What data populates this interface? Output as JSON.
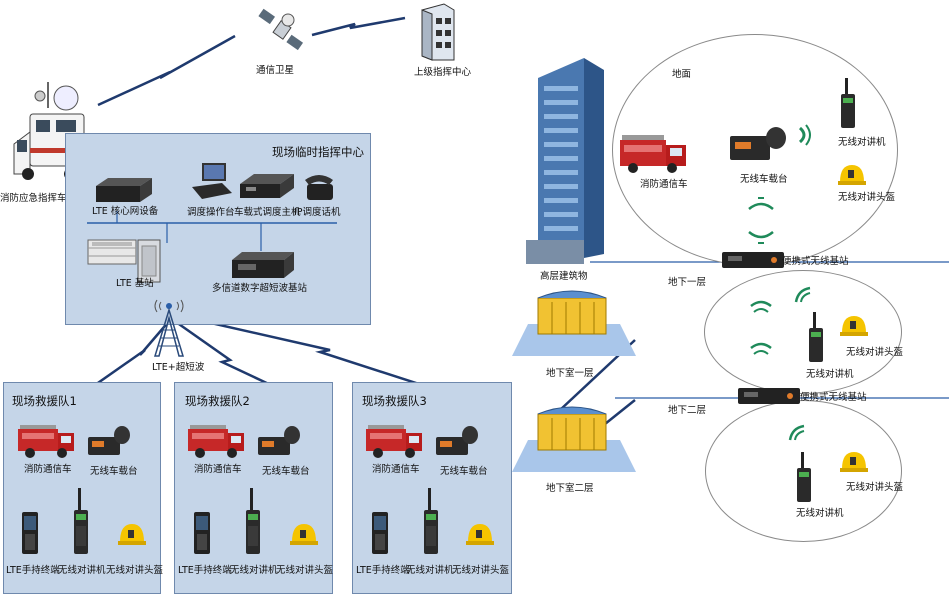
{
  "top": {
    "satellite": "通信卫星",
    "upper_center": "上级指挥中心",
    "command_vehicle": "消防应急指挥车"
  },
  "command_center": {
    "title": "现场临时指挥中心",
    "lte_core": "LTE 核心网设备",
    "dispatch_console": "调度操作台",
    "vehicle_dispatch_host": "车载式调度主机",
    "ip_phone": "IP调度话机",
    "lte_base": "LTE 基站",
    "multichannel_base": "多信道数字超短波基站",
    "tower_label": "LTE+超短波"
  },
  "teams": [
    {
      "title": "现场救援队1",
      "fire_truck": "消防通信车",
      "vehicle_radio": "无线车载台",
      "lte_handheld": "LTE手持终端",
      "walkie": "无线对讲机",
      "helmet": "无线对讲头盔"
    },
    {
      "title": "现场救援队2",
      "fire_truck": "消防通信车",
      "vehicle_radio": "无线车载台",
      "lte_handheld": "LTE手持终端",
      "walkie": "无线对讲机",
      "helmet": "无线对讲头盔"
    },
    {
      "title": "现场救援队3",
      "fire_truck": "消防通信车",
      "vehicle_radio": "无线车载台",
      "lte_handheld": "LTE手持终端",
      "walkie": "无线对讲机",
      "helmet": "无线对讲头盔"
    }
  ],
  "building": {
    "highrise": "高层建筑物",
    "basement1": "地下室一层",
    "basement2": "地下室二层"
  },
  "floors": {
    "ground": {
      "title": "地面",
      "fire_truck": "消防通信车",
      "vehicle_radio": "无线车载台",
      "walkie": "无线对讲机",
      "helmet": "无线对讲头盔",
      "relay": "便携式无线基站"
    },
    "b1": {
      "title": "地下一层",
      "walkie": "无线对讲机",
      "helmet": "无线对讲头盔",
      "relay": "便携式无线基站"
    },
    "b2": {
      "title": "地下二层",
      "walkie": "无线对讲机",
      "helmet": "无线对讲头盔"
    }
  },
  "colors": {
    "panel": "#c5d5e8",
    "panel_border": "#6f89ad",
    "link": "#1f3a6e",
    "wave": "#1f8a5a"
  }
}
